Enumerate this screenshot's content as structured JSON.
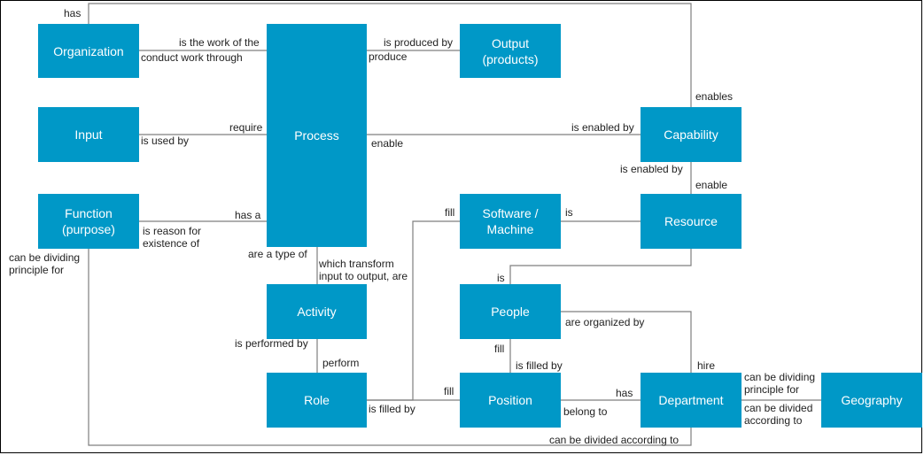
{
  "nodes": {
    "organization": "Organization",
    "output": "Output\n(products)",
    "input": "Input",
    "process": "Process",
    "capability": "Capability",
    "function": "Function\n(purpose)",
    "software": "Software /\nMachine",
    "resource": "Resource",
    "activity": "Activity",
    "people": "People",
    "role": "Role",
    "position": "Position",
    "department": "Department",
    "geography": "Geography"
  },
  "labels": {
    "has_top": "has",
    "is_work_of": "is the work of the",
    "conduct_work": "conduct work through",
    "is_produced_by": "is produced by",
    "produce": "produce",
    "enables": "enables",
    "is_used_by": "is used by",
    "require": "require",
    "enable_proc": "enable",
    "is_enabled_by_cap": "is enabled by",
    "is_enabled_by_res": "is enabled by",
    "enable_res": "enable",
    "has_a": "has a",
    "reason_existence": "is reason for\nexistence of",
    "fill_software": "fill",
    "is_software": "is",
    "can_be_dividing_func": "can be dividing\nprinciple for",
    "are_type_of": "are a type of",
    "which_transform": "which transform\ninput to output, are",
    "is_people": "is",
    "are_organized_by": "are organized by",
    "is_performed_by": "is performed by",
    "perform": "perform",
    "fill_people": "fill",
    "is_filled_by_pos": "is filled by",
    "hire": "hire",
    "can_be_dividing_dept": "can be dividing\nprinciple for",
    "fill_pos": "fill",
    "has_dept": "has",
    "is_filled_by_role": "is filled by",
    "belong_to": "belong to",
    "can_be_divided_geo": "can be divided\naccording to",
    "can_be_divided_bottom": "can be divided according to"
  }
}
